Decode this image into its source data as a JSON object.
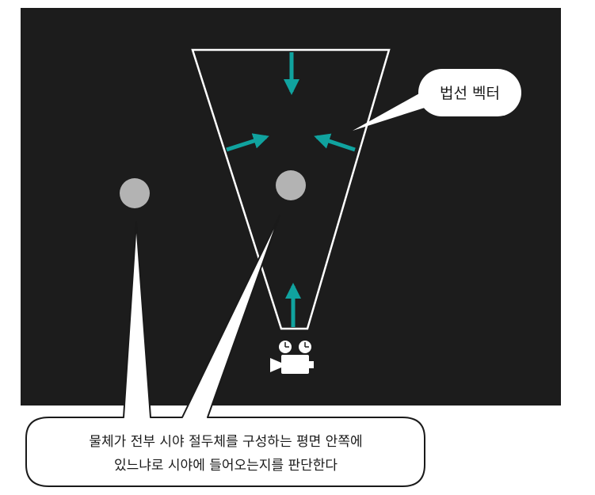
{
  "diagram": {
    "normal_vector_label": "법선 벡터",
    "bottom_caption": {
      "line1": "물체가 전부 시야 절두체를 구성하는 평면 안쪽에",
      "line2": "있느냐로 시야에 들어오는지를 판단한다"
    },
    "colors": {
      "background": "#1c1c1c",
      "frustum_line": "#ffffff",
      "arrow": "#10a39f",
      "object": "#b3b3b3",
      "bubble_fill": "#ffffff",
      "bubble_stroke": "#1a1a1a"
    },
    "icons": {
      "camera": "movie-camera-icon"
    }
  }
}
